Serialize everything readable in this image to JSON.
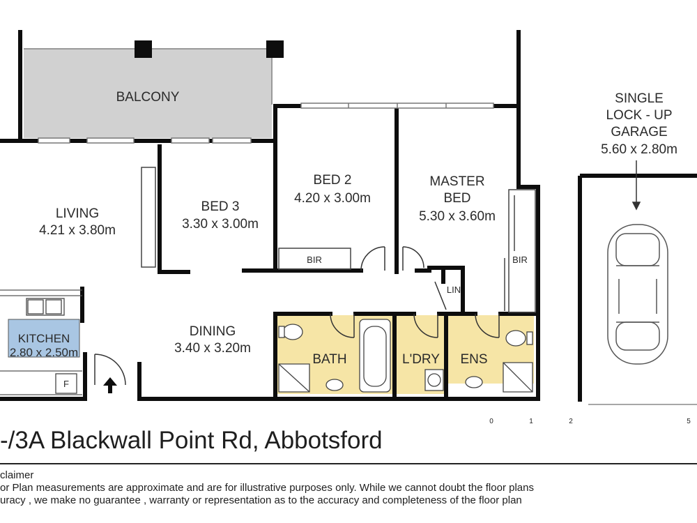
{
  "rooms": {
    "balcony": {
      "name": "BALCONY"
    },
    "living": {
      "name": "LIVING",
      "dims": "4.21 x 3.80m"
    },
    "bed3": {
      "name": "BED 3",
      "dims": "3.30 x 3.00m"
    },
    "bed2": {
      "name": "BED 2",
      "dims": "4.20 x 3.00m"
    },
    "master": {
      "name1": "MASTER",
      "name2": "BED",
      "dims": "5.30 x 3.60m"
    },
    "garage": {
      "line1": "SINGLE",
      "line2": "LOCK - UP",
      "line3": "GARAGE",
      "dims": "5.60 x 2.80m"
    },
    "kitchen": {
      "name": "KITCHEN",
      "dims": "2.80 x 2.50m"
    },
    "dining": {
      "name": "DINING",
      "dims": "3.40 x 3.20m"
    },
    "bath": {
      "name": "BATH"
    },
    "laundry": {
      "name": "L'DRY"
    },
    "ensuite": {
      "name": "ENS"
    },
    "linen": {
      "name": "LIN"
    },
    "bir1": {
      "name": "BIR"
    },
    "bir2": {
      "name": "BIR"
    },
    "fridge": {
      "name": "F"
    }
  },
  "scale": {
    "ticks": [
      "0",
      "1",
      "2",
      "5"
    ]
  },
  "address": "-/3A Blackwall Point Rd, Abbotsford",
  "disclaimer": {
    "title": "claimer",
    "line1": "or Plan measurements are approximate and are for illustrative purposes only. While we cannot doubt the floor plans",
    "line2": "uracy , we make no guarantee , warranty or representation as to the accuracy and completeness of the floor plan"
  },
  "colors": {
    "wet_areas": "#f6e5a6",
    "kitchen": "#a9c6e3",
    "balcony": "#d1d1d1",
    "walls": "#0d0d0d"
  }
}
